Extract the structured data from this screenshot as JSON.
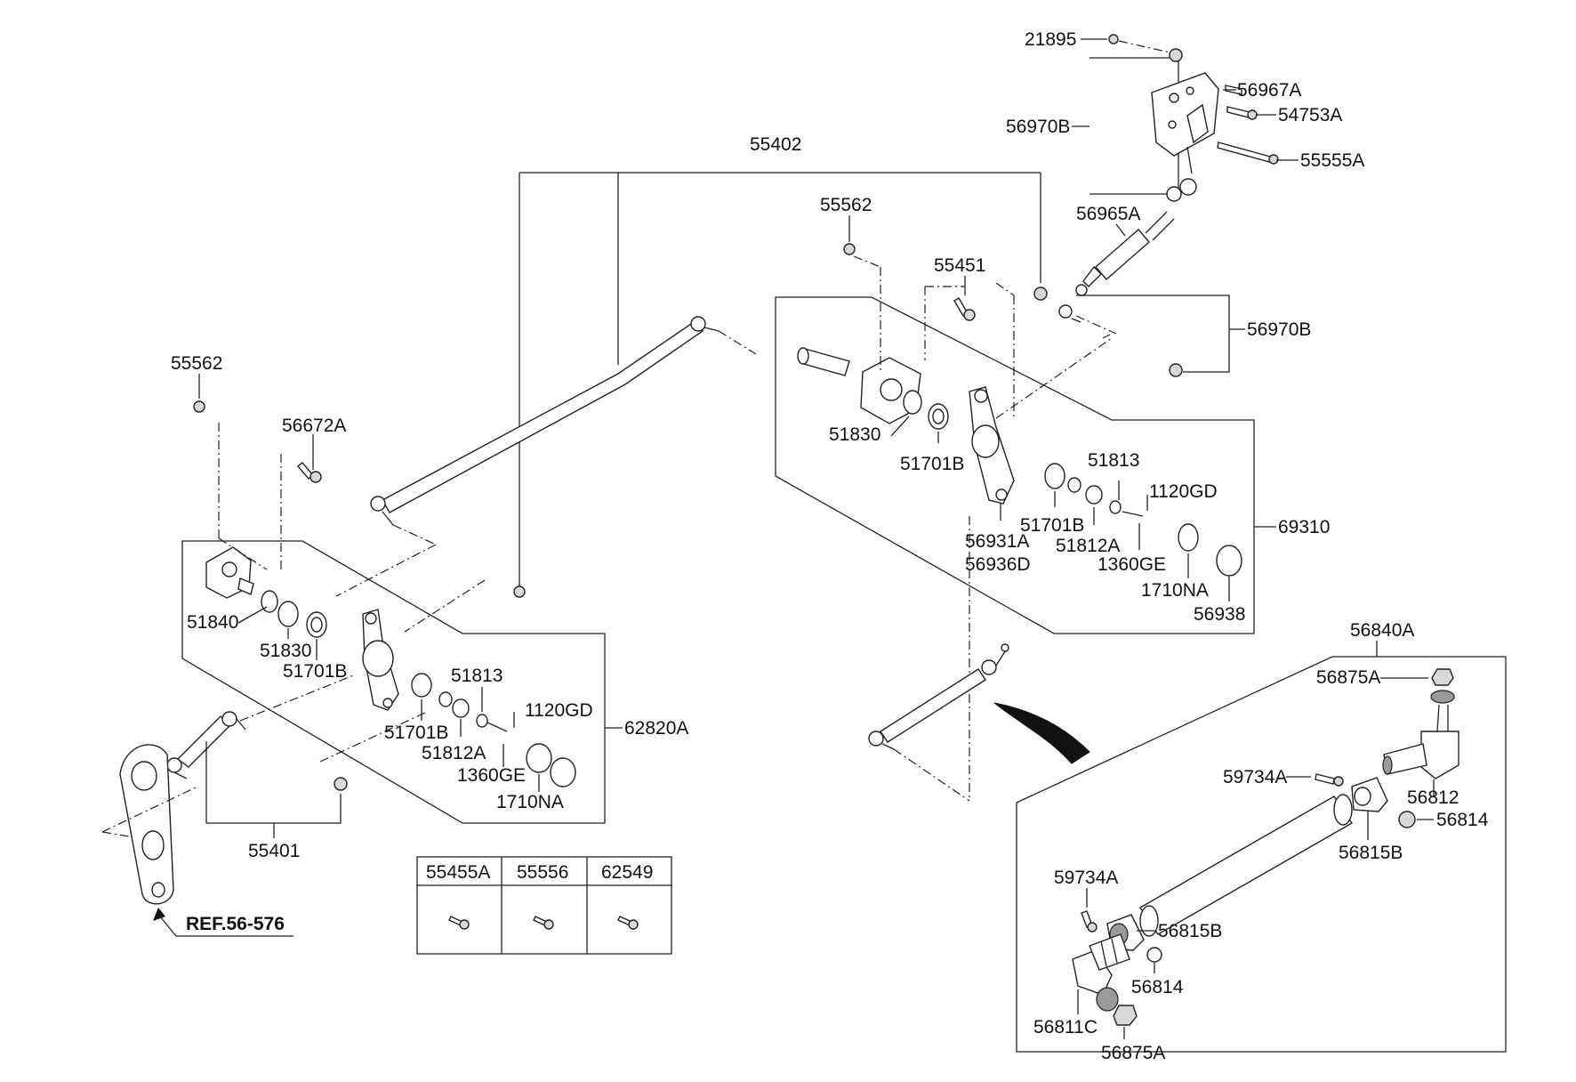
{
  "diagram": {
    "labels": {
      "l21895": "21895",
      "l56967A": "56967A",
      "l54753A": "54753A",
      "l56970B_top": "56970B",
      "l55555A": "55555A",
      "l56965A": "56965A",
      "l55402": "55402",
      "l55562_mid": "55562",
      "l55451": "55451",
      "l56970B_right": "56970B",
      "l55562_left": "55562",
      "l56672A": "56672A",
      "l51830_right": "51830",
      "l51701B_r1": "51701B",
      "l51813_right": "51813",
      "l1120GD_right": "1120GD",
      "l69310": "69310",
      "l51701B_r2": "51701B",
      "l51812A_right": "51812A",
      "l56931A": "56931A",
      "l56936D": "56936D",
      "l1360GE_right": "1360GE",
      "l1710NA_right": "1710NA",
      "l56938": "56938",
      "l51840": "51840",
      "l51830_left": "51830",
      "l51701B_l1": "51701B",
      "l51813_left": "51813",
      "l1120GD_left": "1120GD",
      "l62820A": "62820A",
      "l51701B_l2": "51701B",
      "l51812A_left": "51812A",
      "l1360GE_left": "1360GE",
      "l1710NA_left": "1710NA",
      "l55401": "55401",
      "ref": "REF.56-576",
      "l56840A": "56840A",
      "l56875A_top": "56875A",
      "l59734A_top": "59734A",
      "l56812": "56812",
      "l56814_top": "56814",
      "l56815B_top": "56815B",
      "l59734A_bot": "59734A",
      "l56815B_bot": "56815B",
      "l56814_bot": "56814",
      "l56811C": "56811C",
      "l56875A_bot": "56875A"
    },
    "table": {
      "headers": [
        "55455A",
        "55556",
        "62549"
      ]
    }
  }
}
